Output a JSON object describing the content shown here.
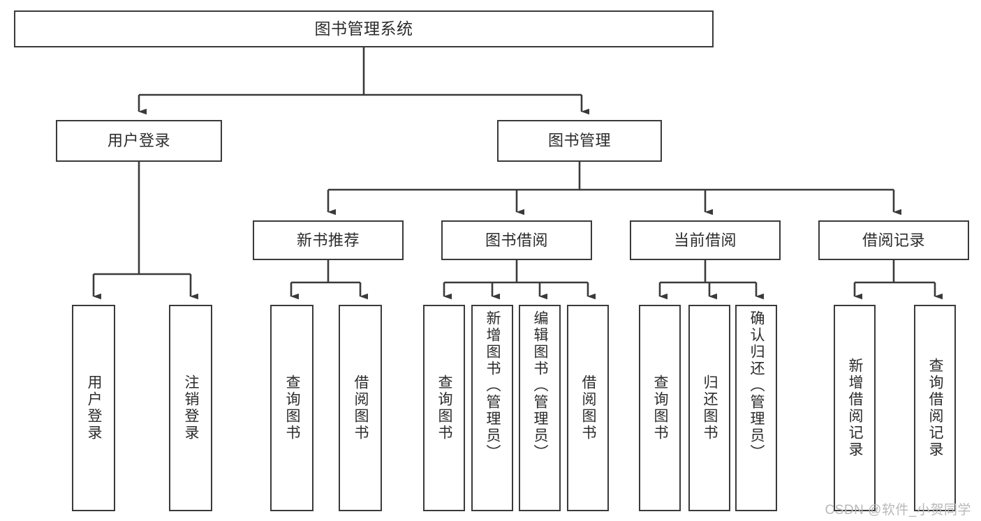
{
  "diagram": {
    "title": "图书管理系统",
    "type": "hierarchy-tree",
    "background": "#ffffff",
    "box_border_color": "#3a3a3a",
    "text_color": "#2b2b2b",
    "edge_color": "#3a3a3a"
  },
  "levels": {
    "root": {
      "label": "图书管理系统"
    },
    "level2": [
      {
        "label": "用户登录"
      },
      {
        "label": "图书管理"
      }
    ],
    "level3": [
      {
        "label": "新书推荐"
      },
      {
        "label": "图书借阅"
      },
      {
        "label": "当前借阅"
      },
      {
        "label": "借阅记录"
      }
    ],
    "leaves": {
      "user_login": [
        {
          "label": "用户登录"
        },
        {
          "label": "注销登录"
        }
      ],
      "new_book_recommend": [
        {
          "label": "查询图书"
        },
        {
          "label": "借阅图书"
        }
      ],
      "book_borrow": [
        {
          "label": "查询图书"
        },
        {
          "label": "新增图书（管理员）"
        },
        {
          "label": "编辑图书（管理员）"
        },
        {
          "label": "借阅图书"
        }
      ],
      "current_borrow": [
        {
          "label": "查询图书"
        },
        {
          "label": "归还图书"
        },
        {
          "label": "确认归还（管理员）"
        }
      ],
      "borrow_record": [
        {
          "label": "新增借阅记录"
        },
        {
          "label": "查询借阅记录"
        }
      ]
    }
  },
  "watermark": {
    "text": "CSDN @软件_小贺同学",
    "color": "#b8b8b8"
  }
}
